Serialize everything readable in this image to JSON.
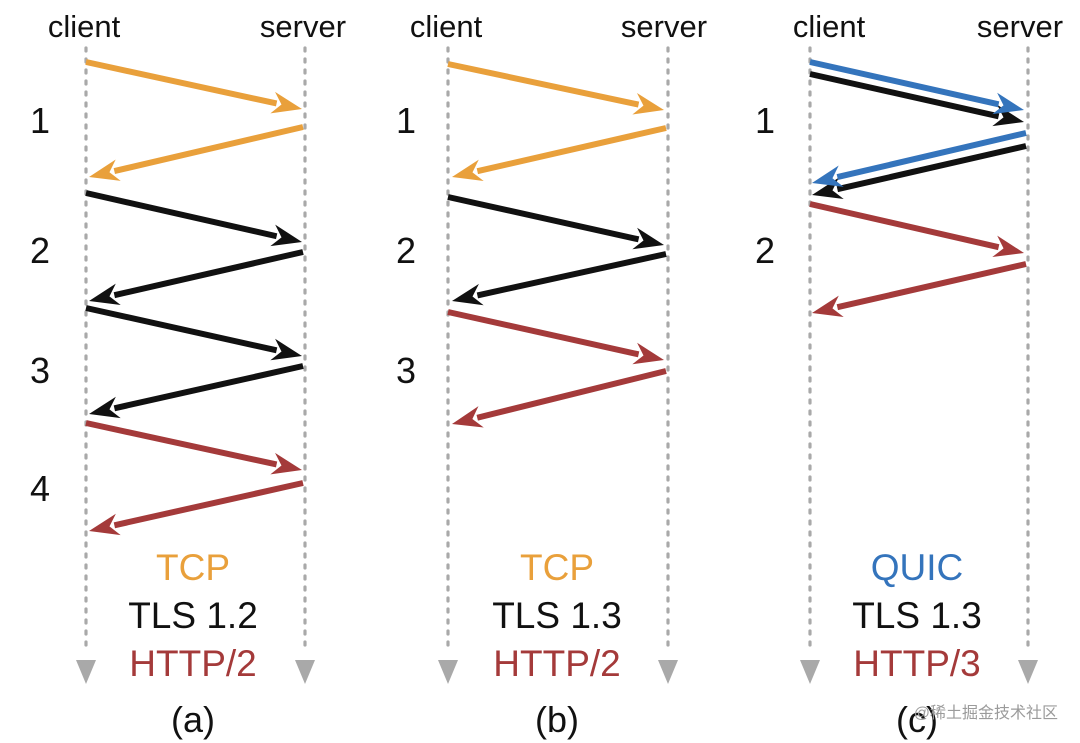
{
  "colors": {
    "tcp": "#E9A03B",
    "tls": "#111111",
    "http": "#A43A3A",
    "quic": "#3474BC",
    "guide": "#A9A9A9"
  },
  "panels": [
    {
      "client_label": "client",
      "server_label": "server",
      "round_trips": [
        "1",
        "2",
        "3",
        "4"
      ],
      "protocols": [
        {
          "text": "TCP",
          "color_key": "tcp"
        },
        {
          "text": "TLS 1.2",
          "color_key": "tls"
        },
        {
          "text": "HTTP/2",
          "color_key": "http"
        }
      ],
      "caption": "(a)"
    },
    {
      "client_label": "client",
      "server_label": "server",
      "round_trips": [
        "1",
        "2",
        "3"
      ],
      "protocols": [
        {
          "text": "TCP",
          "color_key": "tcp"
        },
        {
          "text": "TLS 1.3",
          "color_key": "tls"
        },
        {
          "text": "HTTP/2",
          "color_key": "http"
        }
      ],
      "caption": "(b)"
    },
    {
      "client_label": "client",
      "server_label": "server",
      "round_trips": [
        "1",
        "2"
      ],
      "protocols": [
        {
          "text": "QUIC",
          "color_key": "quic"
        },
        {
          "text": "TLS 1.3",
          "color_key": "tls"
        },
        {
          "text": "HTTP/3",
          "color_key": "http"
        }
      ],
      "caption": "(c)"
    }
  ],
  "watermark": "@稀土掘金技术社区"
}
